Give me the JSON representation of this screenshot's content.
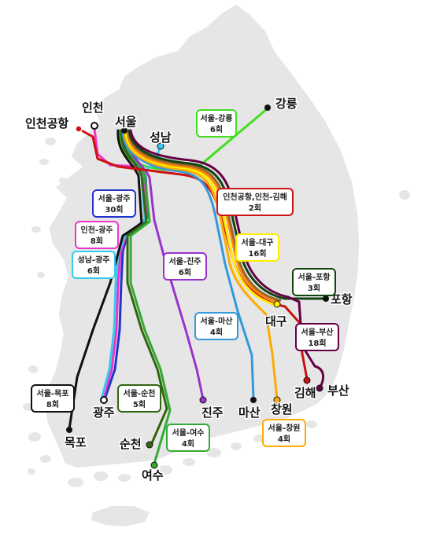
{
  "colors": {
    "land": "#e6e6e6",
    "land_edge": "#ffffff",
    "seoul_gangneung": "#44dd22",
    "seoul_gwangju": "#2233cc",
    "incheon_gwangju": "#ee33cc",
    "seongnam_gwangju": "#33ccee",
    "seoul_jinju": "#9933cc",
    "incheon_airport_gimhae": "#cc1111",
    "seoul_daegu": "#ffee00",
    "seoul_masan": "#3399dd",
    "seoul_pohang": "#114411",
    "seoul_busan": "#660044",
    "seoul_mokpo": "#111111",
    "seoul_suncheon": "#336611",
    "seoul_yeosu": "#33aa33",
    "seoul_changwon": "#ffaa00",
    "trunk_orange": "#ff8800",
    "trunk_brown": "#996633"
  },
  "cities": {
    "incheon_airport": "인천공항",
    "incheon": "인천",
    "seoul": "서울",
    "seongnam": "성남",
    "gangneung": "강릉",
    "pohang": "포항",
    "daegu": "대구",
    "gimhae": "김해",
    "busan": "부산",
    "masan": "마산",
    "changwon": "창원",
    "jinju": "진주",
    "gwangju": "광주",
    "mokpo": "목포",
    "suncheon": "순천",
    "yeosu": "여수"
  },
  "routes": {
    "seoul_gangneung": {
      "line1": "서울-강릉",
      "line2": "6회"
    },
    "seoul_gwangju": {
      "line1": "서울-광주",
      "line2": "30회"
    },
    "incheon_gwangju": {
      "line1": "인천-광주",
      "line2": "8회"
    },
    "seongnam_gwangju": {
      "line1": "성남-광주",
      "line2": "6회"
    },
    "seoul_jinju": {
      "line1": "서울-진주",
      "line2": "6회"
    },
    "incheon_airport_gimhae": {
      "line1": "인천공항,인천-김해",
      "line2": "2회"
    },
    "seoul_daegu": {
      "line1": "서울-대구",
      "line2": "16회"
    },
    "seoul_pohang": {
      "line1": "서울-포항",
      "line2": "3회"
    },
    "seoul_masan": {
      "line1": "서울-마산",
      "line2": "4회"
    },
    "seoul_busan": {
      "line1": "서울-부산",
      "line2": "18회"
    },
    "seoul_mokpo": {
      "line1": "서울-목포",
      "line2": "8회"
    },
    "seoul_suncheon": {
      "line1": "서울-순천",
      "line2": "5회"
    },
    "seoul_yeosu": {
      "line1": "서울-여수",
      "line2": "4회"
    },
    "seoul_changwon": {
      "line1": "서울-창원",
      "line2": "4회"
    }
  }
}
